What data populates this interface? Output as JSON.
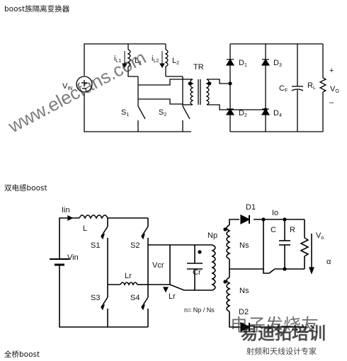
{
  "sections": {
    "s1": "boost族隔离变换器",
    "s2": "双电感boost",
    "s3": "全桥boost"
  },
  "circuit1": {
    "vin": "V",
    "vin_sub": "IN",
    "il1": "i",
    "il1_sub": "L1",
    "il2": "i",
    "il2_sub": "L2",
    "l1": "L",
    "l1_sub": "1",
    "l2": "L",
    "l2_sub": "2",
    "tr": "TR",
    "s1": "S",
    "s1_sub": "1",
    "s2": "S",
    "s2_sub": "2",
    "d1": "D",
    "d1_sub": "1",
    "d2": "D",
    "d2_sub": "2",
    "d3": "D",
    "d3_sub": "3",
    "d4": "D",
    "d4_sub": "4",
    "cf": "C",
    "cf_sub": "F",
    "rl": "R",
    "rl_sub": "L",
    "vo": "V",
    "vo_sub": "O",
    "plus": "+",
    "minus": "–"
  },
  "circuit2": {
    "iin": "Iin",
    "l": "L",
    "vin": "Vin",
    "s1": "S1",
    "s2": "S2",
    "s3": "S3",
    "s4": "S4",
    "lr1": "Lr",
    "lr2": "Lr",
    "vcr": "Vcr",
    "cr": "Cr",
    "np": "Np",
    "ns1": "Ns",
    "ns2": "Ns",
    "n_eq": "n= Np / Ns",
    "d1": "D1",
    "d2": "D2",
    "io": "Io",
    "c": "C",
    "r": "R",
    "vo": "V",
    "vo_sub": "o",
    "alpha": "α"
  },
  "watermarks": {
    "url": "www.elecfans.com",
    "red": "电子发烧友",
    "logo": "易迪拓培训",
    "logo_sub": "射频和天线设计专家"
  }
}
